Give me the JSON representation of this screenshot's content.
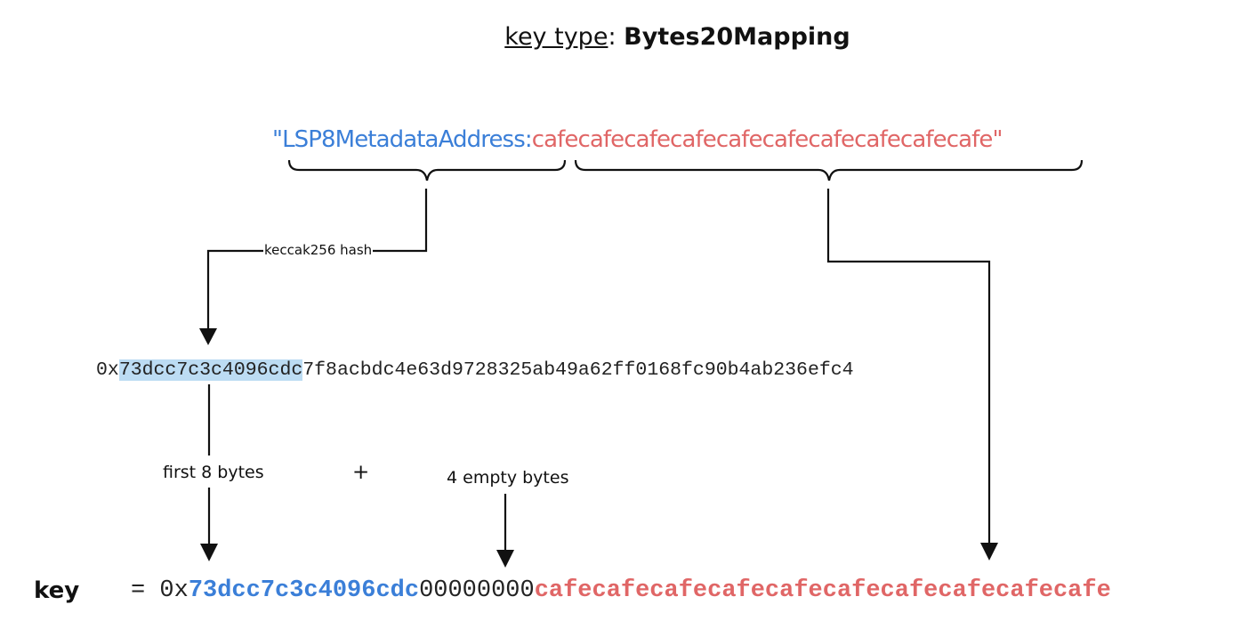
{
  "title": {
    "prefix": "key type",
    "separator": ": ",
    "value": "Bytes20Mapping"
  },
  "top_string": {
    "open_quote": "\"",
    "first_word": "LSP8MetadataAddress",
    "colon": ":",
    "second_word": "cafecafecafecafecafecafecafecafecafecafe",
    "close_quote": "\""
  },
  "labels": {
    "keccak": "keccak256 hash",
    "first_bytes": "first 8 bytes",
    "plus": "+",
    "empty_bytes": "4 empty bytes"
  },
  "hash": {
    "prefix": "0x",
    "highlighted": "73dcc7c3c4096cdc",
    "rest": "7f8acbdc4e63d9728325ab49a62ff0168fc90b4ab236efc4"
  },
  "key": {
    "label": "key",
    "equals": "= ",
    "prefix": "0x",
    "first_part": "73dcc7c3c4096cdc",
    "zeros": "00000000",
    "last_part": "cafecafecafecafecafecafecafecafecafecafe"
  },
  "colors": {
    "blue": "#3b7fd8",
    "red": "#e06666",
    "highlight": "#bcdcf3"
  }
}
